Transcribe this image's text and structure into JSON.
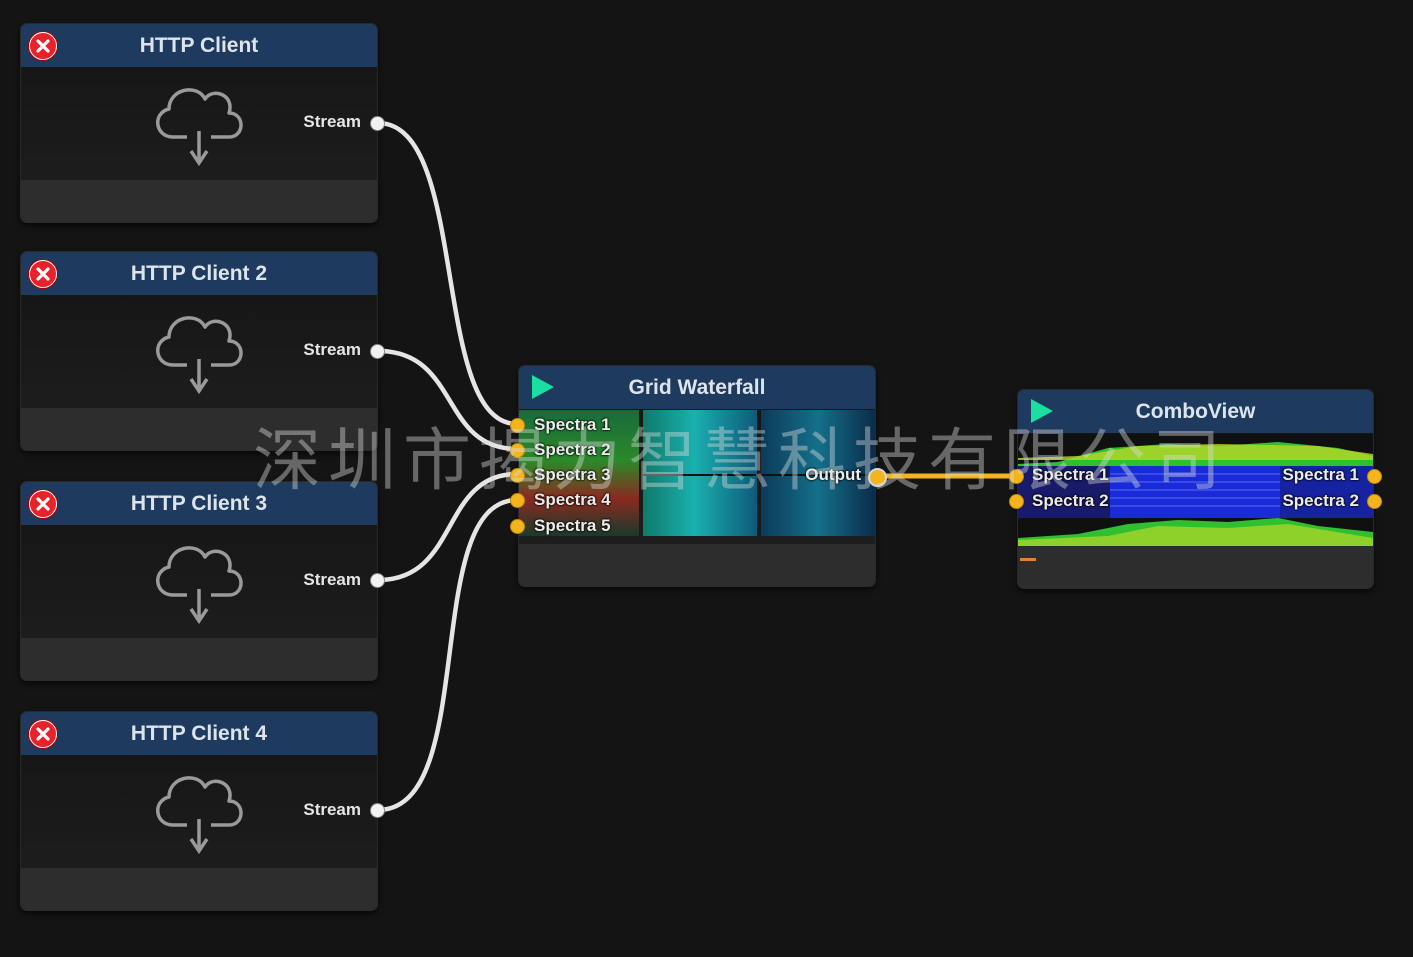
{
  "nodes": {
    "http1": {
      "title": "HTTP Client",
      "port": "Stream"
    },
    "http2": {
      "title": "HTTP Client 2",
      "port": "Stream"
    },
    "http3": {
      "title": "HTTP Client 3",
      "port": "Stream"
    },
    "http4": {
      "title": "HTTP Client 4",
      "port": "Stream"
    },
    "grid": {
      "title": "Grid Waterfall",
      "inputs": [
        "Spectra 1",
        "Spectra 2",
        "Spectra 3",
        "Spectra 4",
        "Spectra 5"
      ],
      "output": "Output"
    },
    "combo": {
      "title": "ComboView",
      "inputs": [
        "Spectra 1",
        "Spectra 2"
      ],
      "outputs": [
        "Spectra 1",
        "Spectra 2"
      ]
    }
  },
  "watermark": "深圳市揭力智慧科技有限公司",
  "colors": {
    "header": "#1e3a5f",
    "close": "#e8222a",
    "play": "#19e0a0",
    "link_white": "#e5e5e5",
    "link_yellow": "#f3b51b"
  },
  "icons": {
    "close": "close-icon",
    "play": "play-icon",
    "cloud": "cloud-download-icon"
  }
}
